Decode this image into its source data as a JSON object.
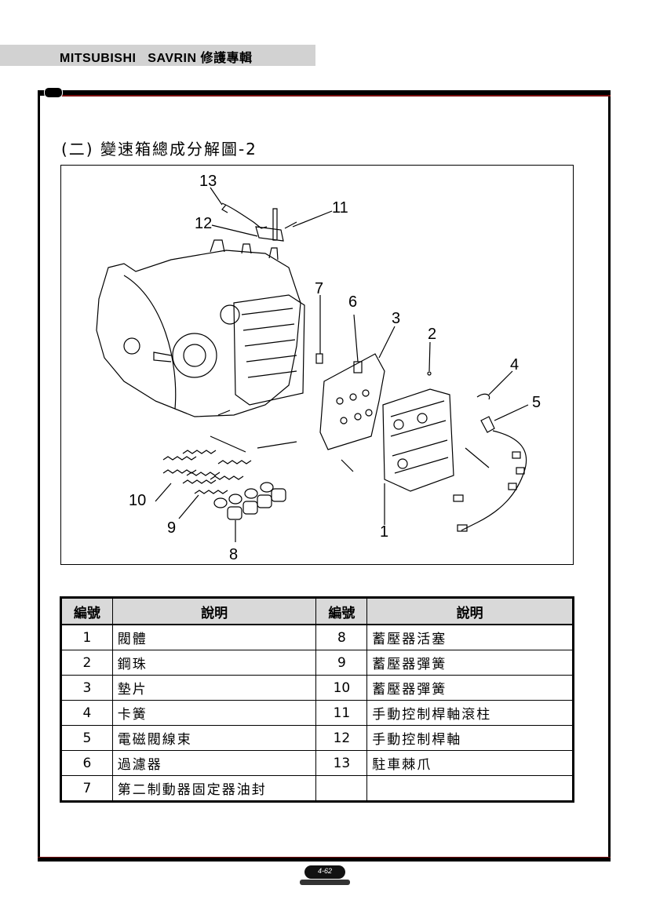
{
  "header": {
    "title": "MITSUBISHI   SAVRIN 修護專輯"
  },
  "section": {
    "title": "(二) 變速箱總成分解圖-2"
  },
  "figure": {
    "callouts": [
      "1",
      "2",
      "3",
      "4",
      "5",
      "6",
      "7",
      "8",
      "9",
      "10",
      "11",
      "12",
      "13"
    ]
  },
  "table": {
    "headers": [
      "編號",
      "說明",
      "編號",
      "說明"
    ],
    "rows": [
      {
        "n1": "1",
        "d1": "閥體",
        "n2": "8",
        "d2": "蓄壓器活塞"
      },
      {
        "n1": "2",
        "d1": "鋼珠",
        "n2": "9",
        "d2": "蓄壓器彈簧"
      },
      {
        "n1": "3",
        "d1": "墊片",
        "n2": "10",
        "d2": "蓄壓器彈簧"
      },
      {
        "n1": "4",
        "d1": "卡簧",
        "n2": "11",
        "d2": "手動控制桿軸滾柱"
      },
      {
        "n1": "5",
        "d1": "電磁閥線束",
        "n2": "12",
        "d2": "手動控制桿軸"
      },
      {
        "n1": "6",
        "d1": "過濾器",
        "n2": "13",
        "d2": "駐車棘爪"
      },
      {
        "n1": "7",
        "d1": "第二制動器固定器油封",
        "n2": "",
        "d2": ""
      }
    ]
  },
  "footer": {
    "page": "4-62"
  }
}
